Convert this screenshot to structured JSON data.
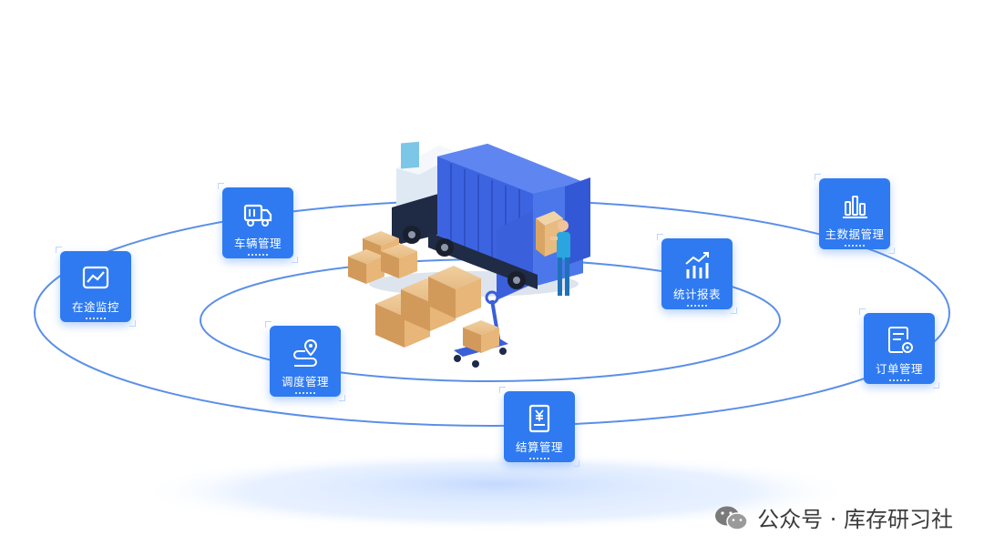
{
  "nodes": {
    "vehicle": {
      "label": "车辆管理",
      "icon": "truck-icon"
    },
    "transit": {
      "label": "在途监控",
      "icon": "line-chart-icon"
    },
    "dispatch": {
      "label": "调度管理",
      "icon": "route-pin-icon"
    },
    "settle": {
      "label": "结算管理",
      "icon": "yuan-document-icon"
    },
    "stats": {
      "label": "统计报表",
      "icon": "bar-trend-icon"
    },
    "masterdata": {
      "label": "主数据管理",
      "icon": "bar-chart-icon"
    },
    "order": {
      "label": "订单管理",
      "icon": "order-settings-icon"
    }
  },
  "watermark": {
    "text": "公众号 · 库存研习社",
    "icon": "wechat-icon"
  },
  "colors": {
    "node": "#2f7af0",
    "orbit": "#5b8fe8",
    "truck_body": "#3d64e0",
    "box": "#e2b47a"
  }
}
